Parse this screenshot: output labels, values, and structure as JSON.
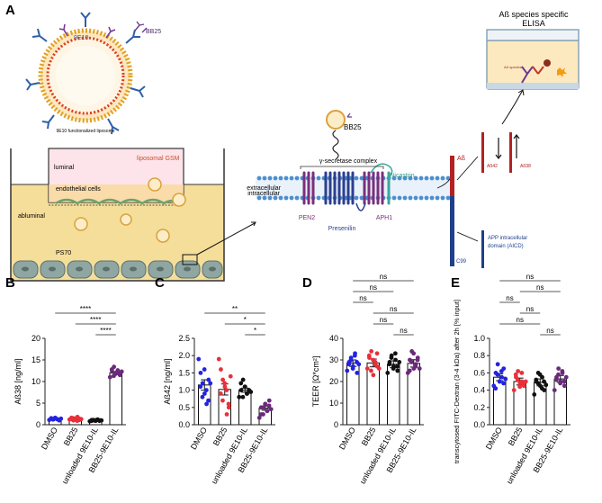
{
  "panel_labels": {
    "A": "A",
    "B": "B",
    "C": "C",
    "D": "D",
    "E": "E"
  },
  "schematic": {
    "liposome_label": "9E10 functionalized liposome",
    "antibody_9e10": "9E10",
    "antibody_bb25": "BB25",
    "elisa_title_1": "Aß species specific",
    "elisa_title_2": "ELISA",
    "elisa_inner": "Aß species",
    "luminal": "luminal",
    "liposomal_gsm": "liposomal GSM",
    "endothelial_cells": "endothelial cells",
    "abluminal": "abluminal",
    "ps70": "PS70",
    "bb25_near_membrane": "BB25",
    "gamma_secretase": "γ-secretase complex",
    "extracellular": "extracellular",
    "intracellular": "intracellular",
    "nicastrin": "Nicastrin",
    "pen2": "PEN2",
    "presenilin": "Presenilin",
    "aph1": "APH1",
    "abeta": "Aß",
    "c99": "C99",
    "ab42_small": "Aß42",
    "ab38_small": "Aß38",
    "aicd_1": "APP intracellular",
    "aicd_2": "domain (AICD)"
  },
  "chart_data": [
    {
      "panel": "B",
      "type": "bar",
      "ylabel": "Aß38 [ng/ml]",
      "ylim": [
        0,
        20
      ],
      "yticks": [
        "0",
        "5",
        "10",
        "15",
        "20"
      ],
      "categories": [
        "DMSO",
        "BB25",
        "unloaded 9E10-IL",
        "BB25-9E10-IL"
      ],
      "values": [
        1.3,
        1.3,
        1.0,
        12.0
      ],
      "sem": [
        0.1,
        0.15,
        0.08,
        0.3
      ],
      "colors": [
        "#2323e0",
        "#e8303a",
        "#111111",
        "#6a2a7a"
      ],
      "points": [
        [
          1.1,
          1.5,
          1.2,
          1.6,
          1.3,
          1.0,
          1.4,
          1.2,
          1.5,
          1.3,
          1.1,
          1.4
        ],
        [
          1.2,
          1.6,
          1.0,
          1.4,
          1.8,
          1.1,
          1.3,
          1.5,
          1.2,
          0.9,
          1.4,
          1.3
        ],
        [
          0.8,
          1.1,
          1.0,
          0.9,
          1.2,
          1.0,
          0.9,
          1.1,
          1.0,
          1.2,
          0.9,
          1.0
        ],
        [
          11.0,
          12.5,
          13.4,
          11.8,
          12.2,
          11.5,
          12.8,
          11.3,
          12.0,
          12.6,
          11.7,
          12.3
        ]
      ],
      "significance": [
        {
          "label": "****",
          "from": 2,
          "to": 3
        },
        {
          "label": "****",
          "from": 1,
          "to": 3
        },
        {
          "label": "****",
          "from": 0,
          "to": 3
        }
      ]
    },
    {
      "panel": "C",
      "type": "bar",
      "ylabel": "Aß42 [ng/ml]",
      "ylim": [
        0,
        2.5
      ],
      "yticks": [
        "0.0",
        "0.5",
        "1.0",
        "1.5",
        "2.0",
        "2.5"
      ],
      "categories": [
        "DMSO",
        "BB25",
        "unloaded 9E10-IL",
        "BB25-9E10-IL"
      ],
      "values": [
        1.15,
        1.02,
        1.0,
        0.48
      ],
      "sem": [
        0.15,
        0.16,
        0.06,
        0.06
      ],
      "colors": [
        "#2323e0",
        "#e8303a",
        "#111111",
        "#6a2a7a"
      ],
      "points": [
        [
          1.9,
          1.5,
          1.2,
          0.9,
          0.6,
          1.3,
          1.1,
          0.8,
          1.6,
          1.0,
          0.7,
          1.2
        ],
        [
          1.9,
          1.6,
          1.3,
          1.1,
          0.3,
          0.5,
          0.9,
          0.7,
          1.2,
          1.0,
          0.6,
          1.4
        ],
        [
          0.8,
          1.0,
          1.3,
          1.1,
          0.9,
          1.0,
          1.2,
          0.8,
          1.1,
          0.9,
          1.0,
          0.95
        ],
        [
          0.2,
          0.3,
          0.5,
          0.6,
          0.4,
          0.7,
          0.5,
          0.3,
          0.6,
          0.4,
          0.55,
          0.45
        ]
      ],
      "significance": [
        {
          "label": "*",
          "from": 2,
          "to": 3
        },
        {
          "label": "*",
          "from": 1,
          "to": 3
        },
        {
          "label": "**",
          "from": 0,
          "to": 3
        }
      ]
    },
    {
      "panel": "D",
      "type": "bar",
      "ylabel": "TEER [Ω*cm²]",
      "ylim": [
        0,
        40
      ],
      "yticks": [
        "0",
        "10",
        "20",
        "30",
        "40"
      ],
      "categories": [
        "DMSO",
        "BB25",
        "unloaded 9E10-IL",
        "BB25-9E10-IL"
      ],
      "values": [
        28.5,
        28.6,
        28.0,
        28.4
      ],
      "sem": [
        1.5,
        1.8,
        1.6,
        1.7
      ],
      "colors": [
        "#2323e0",
        "#e8303a",
        "#111111",
        "#6a2a7a"
      ],
      "points": [
        [
          25,
          29,
          31,
          27,
          33,
          24,
          28,
          30,
          26,
          32,
          29,
          28
        ],
        [
          26,
          31,
          34,
          23,
          29,
          27,
          32,
          25,
          30,
          28,
          33,
          26
        ],
        [
          24,
          29,
          32,
          27,
          30,
          25,
          28,
          31,
          26,
          33,
          27,
          29
        ],
        [
          24,
          30,
          34,
          26,
          28,
          31,
          25,
          29,
          33,
          27,
          30,
          26
        ]
      ],
      "significance": [
        {
          "label": "ns",
          "from": 2,
          "to": 3
        },
        {
          "label": "ns",
          "from": 1,
          "to": 2
        },
        {
          "label": "ns",
          "from": 1,
          "to": 3
        },
        {
          "label": "ns",
          "from": 0,
          "to": 1
        },
        {
          "label": "ns",
          "from": 0,
          "to": 2
        },
        {
          "label": "ns",
          "from": 0,
          "to": 3
        }
      ]
    },
    {
      "panel": "E",
      "type": "bar",
      "ylabel": "transcytosed FITC-Dextran (3-4 kDa) after 2h [% input]",
      "ylim": [
        0,
        1.0
      ],
      "yticks": [
        "0.0",
        "0.2",
        "0.4",
        "0.6",
        "0.8",
        "1.0"
      ],
      "categories": [
        "DMSO",
        "BB25",
        "unloaded 9E10-IL",
        "BB25-9E10-IL"
      ],
      "values": [
        0.55,
        0.5,
        0.49,
        0.53
      ],
      "sem": [
        0.04,
        0.04,
        0.04,
        0.04
      ],
      "colors": [
        "#2323e0",
        "#e8303a",
        "#111111",
        "#6a2a7a"
      ],
      "points": [
        [
          0.45,
          0.6,
          0.7,
          0.5,
          0.55,
          0.65,
          0.42,
          0.58,
          0.5,
          0.62,
          0.48,
          0.53
        ],
        [
          0.4,
          0.55,
          0.62,
          0.48,
          0.5,
          0.45,
          0.58,
          0.52,
          0.44,
          0.6,
          0.47,
          0.5
        ],
        [
          0.35,
          0.5,
          0.6,
          0.45,
          0.55,
          0.4,
          0.52,
          0.48,
          0.58,
          0.42,
          0.5,
          0.46
        ],
        [
          0.4,
          0.55,
          0.65,
          0.5,
          0.6,
          0.45,
          0.52,
          0.58,
          0.48,
          0.62,
          0.5,
          0.55
        ]
      ],
      "significance": [
        {
          "label": "ns",
          "from": 2,
          "to": 3
        },
        {
          "label": "ns",
          "from": 0,
          "to": 2
        },
        {
          "label": "ns",
          "from": 1,
          "to": 2
        },
        {
          "label": "ns",
          "from": 0,
          "to": 1
        },
        {
          "label": "ns",
          "from": 1,
          "to": 3
        },
        {
          "label": "ns",
          "from": 0,
          "to": 3
        }
      ]
    }
  ]
}
